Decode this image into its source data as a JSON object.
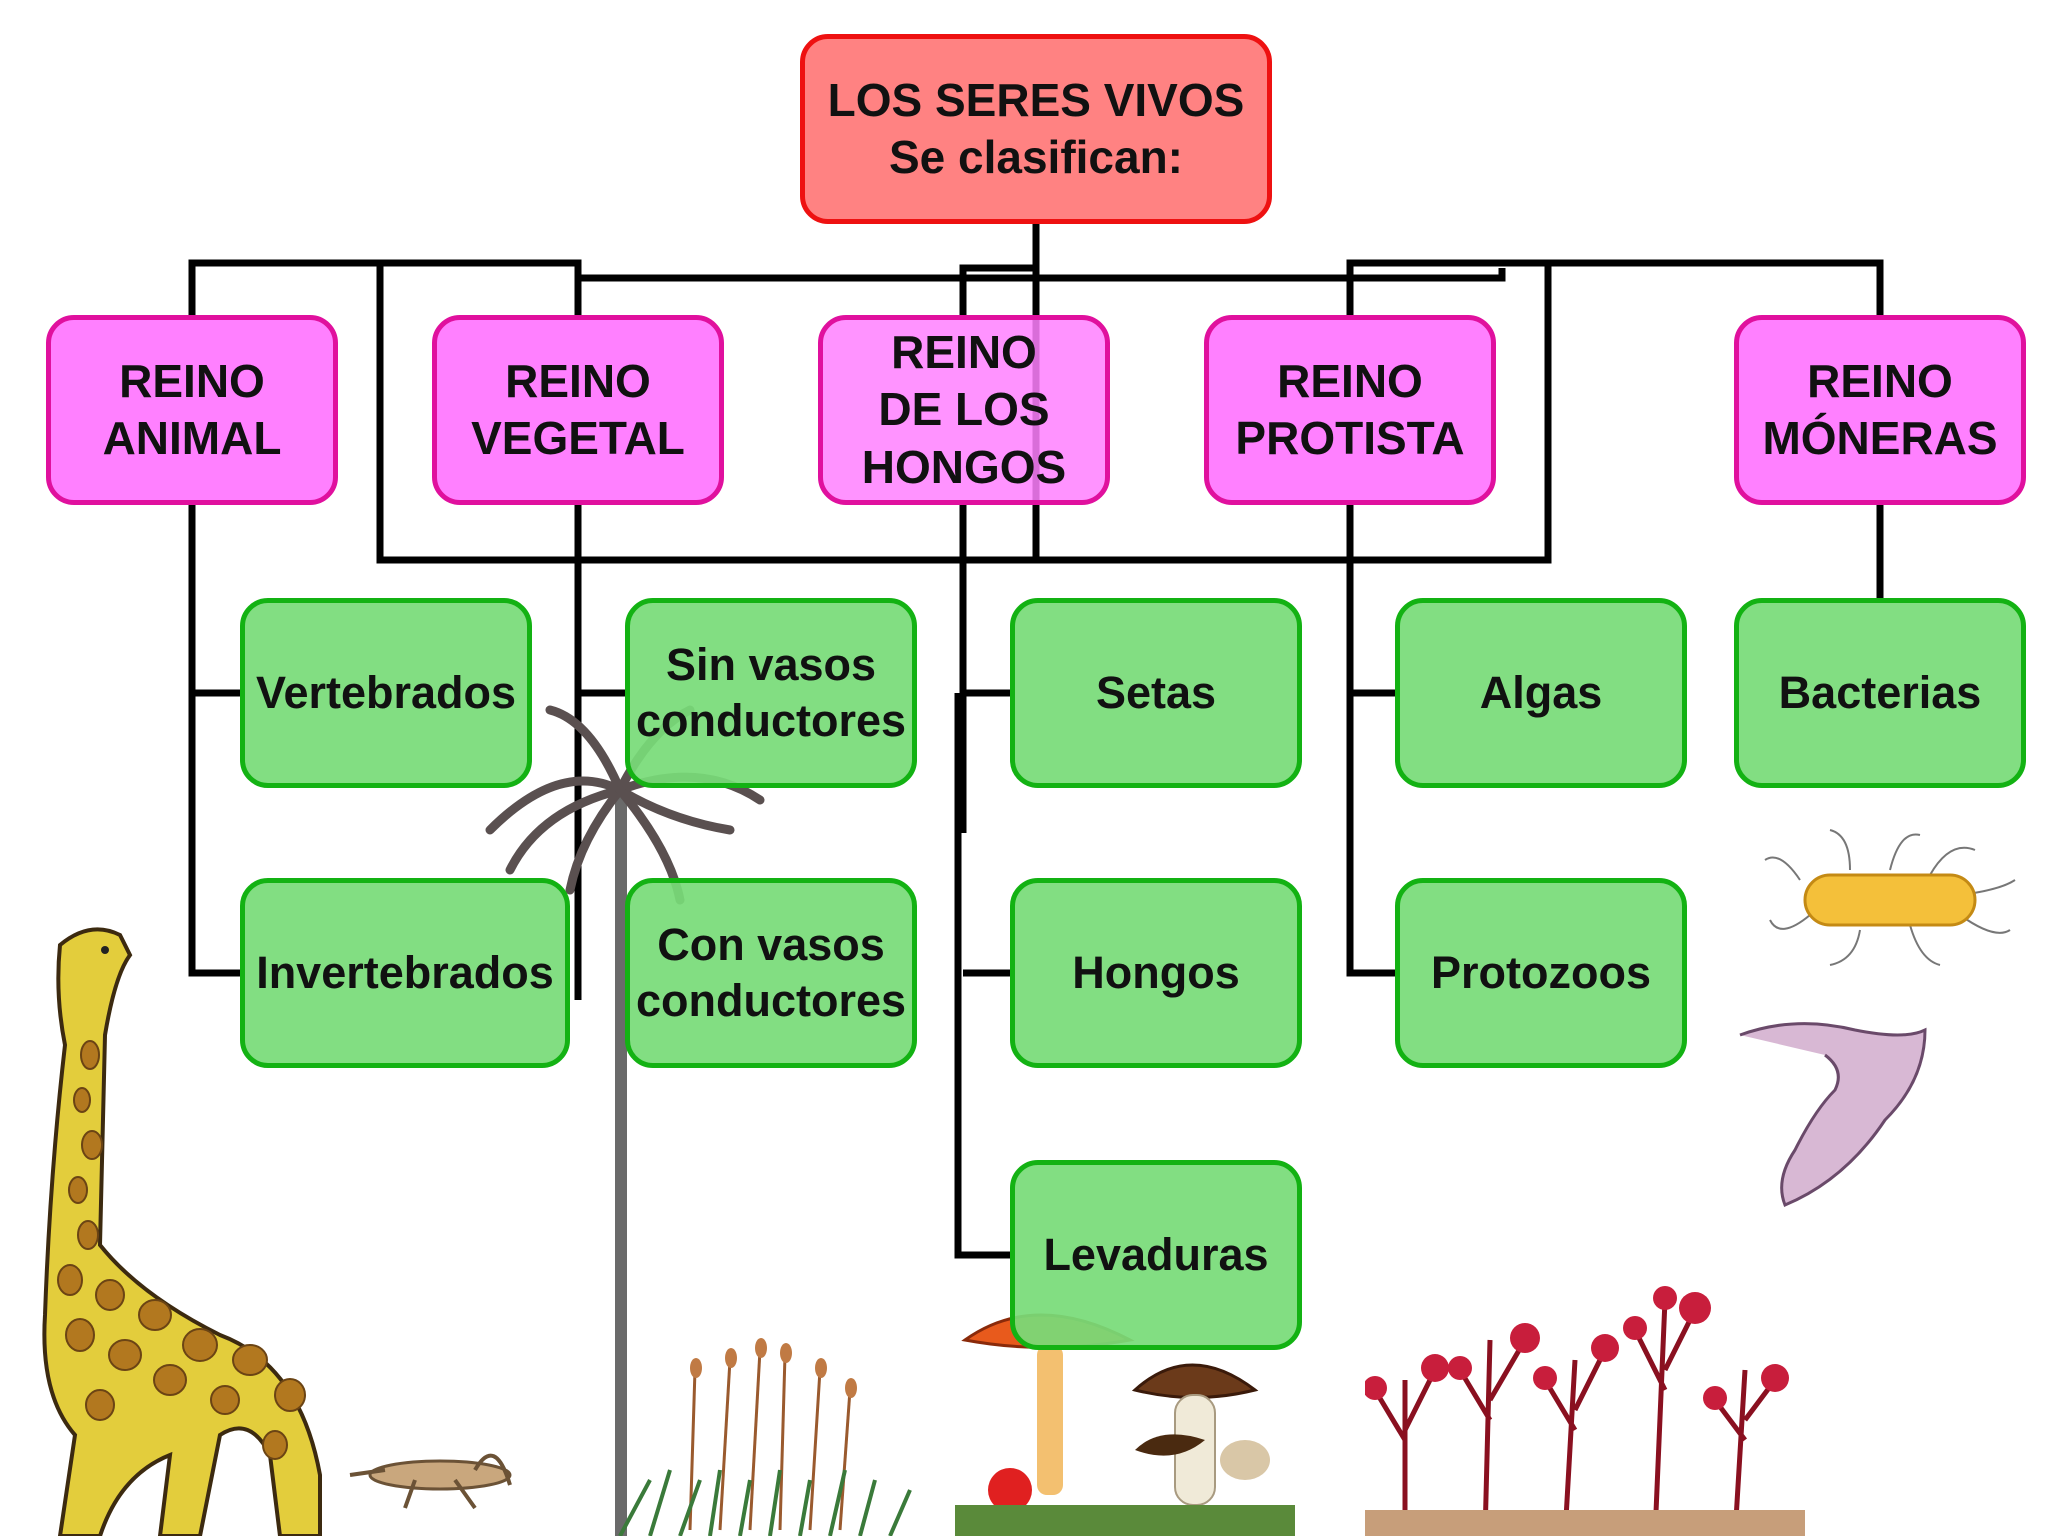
{
  "diagram": {
    "root": {
      "label": "LOS SERES VIVOS\nSe clasifican:"
    },
    "kingdoms": [
      {
        "label": "REINO\nANIMAL"
      },
      {
        "label": "REINO\nVEGETAL"
      },
      {
        "label": "REINO\nDE LOS\nHONGOS"
      },
      {
        "label": "REINO\nPROTISTA"
      },
      {
        "label": "REINO\nMÓNERAS"
      }
    ],
    "groups": {
      "animal": [
        "Vertebrados",
        "Invertebrados"
      ],
      "vegetal": [
        "Sin vasos\nconductores",
        "Con vasos\nconductores"
      ],
      "hongos": [
        "Setas",
        "Hongos",
        "Levaduras"
      ],
      "protista": [
        "Algas",
        "Protozoos"
      ],
      "moneras": [
        "Bacterias"
      ]
    }
  },
  "illustrations": [
    "giraffe",
    "grasshopper",
    "palm-tree",
    "moss",
    "mushrooms",
    "red-algae",
    "bacterium",
    "protozoan"
  ],
  "colors": {
    "root_fill": "#ff8282",
    "root_border": "#ee1111",
    "kingdom_fill": "#ff80ff",
    "kingdom_border": "#e0109e",
    "leaf_fill": "#79db79",
    "leaf_border": "#13b213",
    "connector": "#000000"
  }
}
